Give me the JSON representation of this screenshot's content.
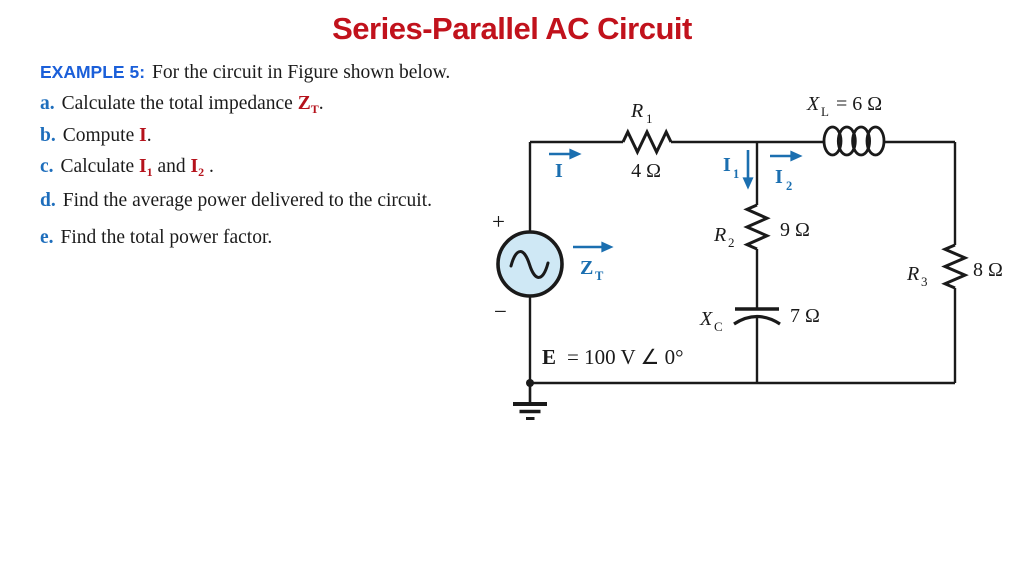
{
  "title": "Series-Parallel AC Circuit",
  "problem": {
    "heading": "EXAMPLE 5:",
    "heading_rest": "For the circuit in Figure shown below.",
    "items": [
      {
        "letter": "a.",
        "pre": "Calculate the total impedance ",
        "sym": "Z",
        "sub": "T",
        "tail": "."
      },
      {
        "letter": "b.",
        "pre": "Compute ",
        "sym": "I",
        "tail": "."
      },
      {
        "letter": "c.",
        "pre": "Calculate ",
        "sym": "I",
        "sub": "1",
        "mid": " and ",
        "sym2": "I",
        "sub2": "2",
        "tail": " ."
      },
      {
        "letter": "d.",
        "pre": "Find the average power delivered to the circuit."
      },
      {
        "letter": "e.",
        "pre": "Find the total power factor."
      }
    ]
  },
  "circuit": {
    "colors": {
      "line": "#1a1a1a",
      "label_blue": "#1b6fb0",
      "source_fill": "#cfe8f5",
      "title_red": "#c1121c"
    },
    "labels": {
      "r1": {
        "name": "R",
        "sub": "1",
        "value": "4 Ω"
      },
      "xl": {
        "name": "X",
        "sub": "L",
        "value": "=  6 Ω"
      },
      "r2": {
        "name": "R",
        "sub": "2",
        "value": "9 Ω"
      },
      "xc": {
        "name": "X",
        "sub": "C",
        "value": "7 Ω"
      },
      "r3": {
        "name": "R",
        "sub": "3",
        "value": "8 Ω"
      },
      "source": {
        "plus": "+",
        "minus": "−",
        "e": "E",
        "e_value": "=  100 V ∠ 0°"
      },
      "i": {
        "sym": "I"
      },
      "i1": {
        "sym": "I",
        "sub": "1"
      },
      "i2": {
        "sym": "I",
        "sub": "2"
      },
      "zt": {
        "sym": "Z",
        "sub": "T"
      }
    }
  }
}
